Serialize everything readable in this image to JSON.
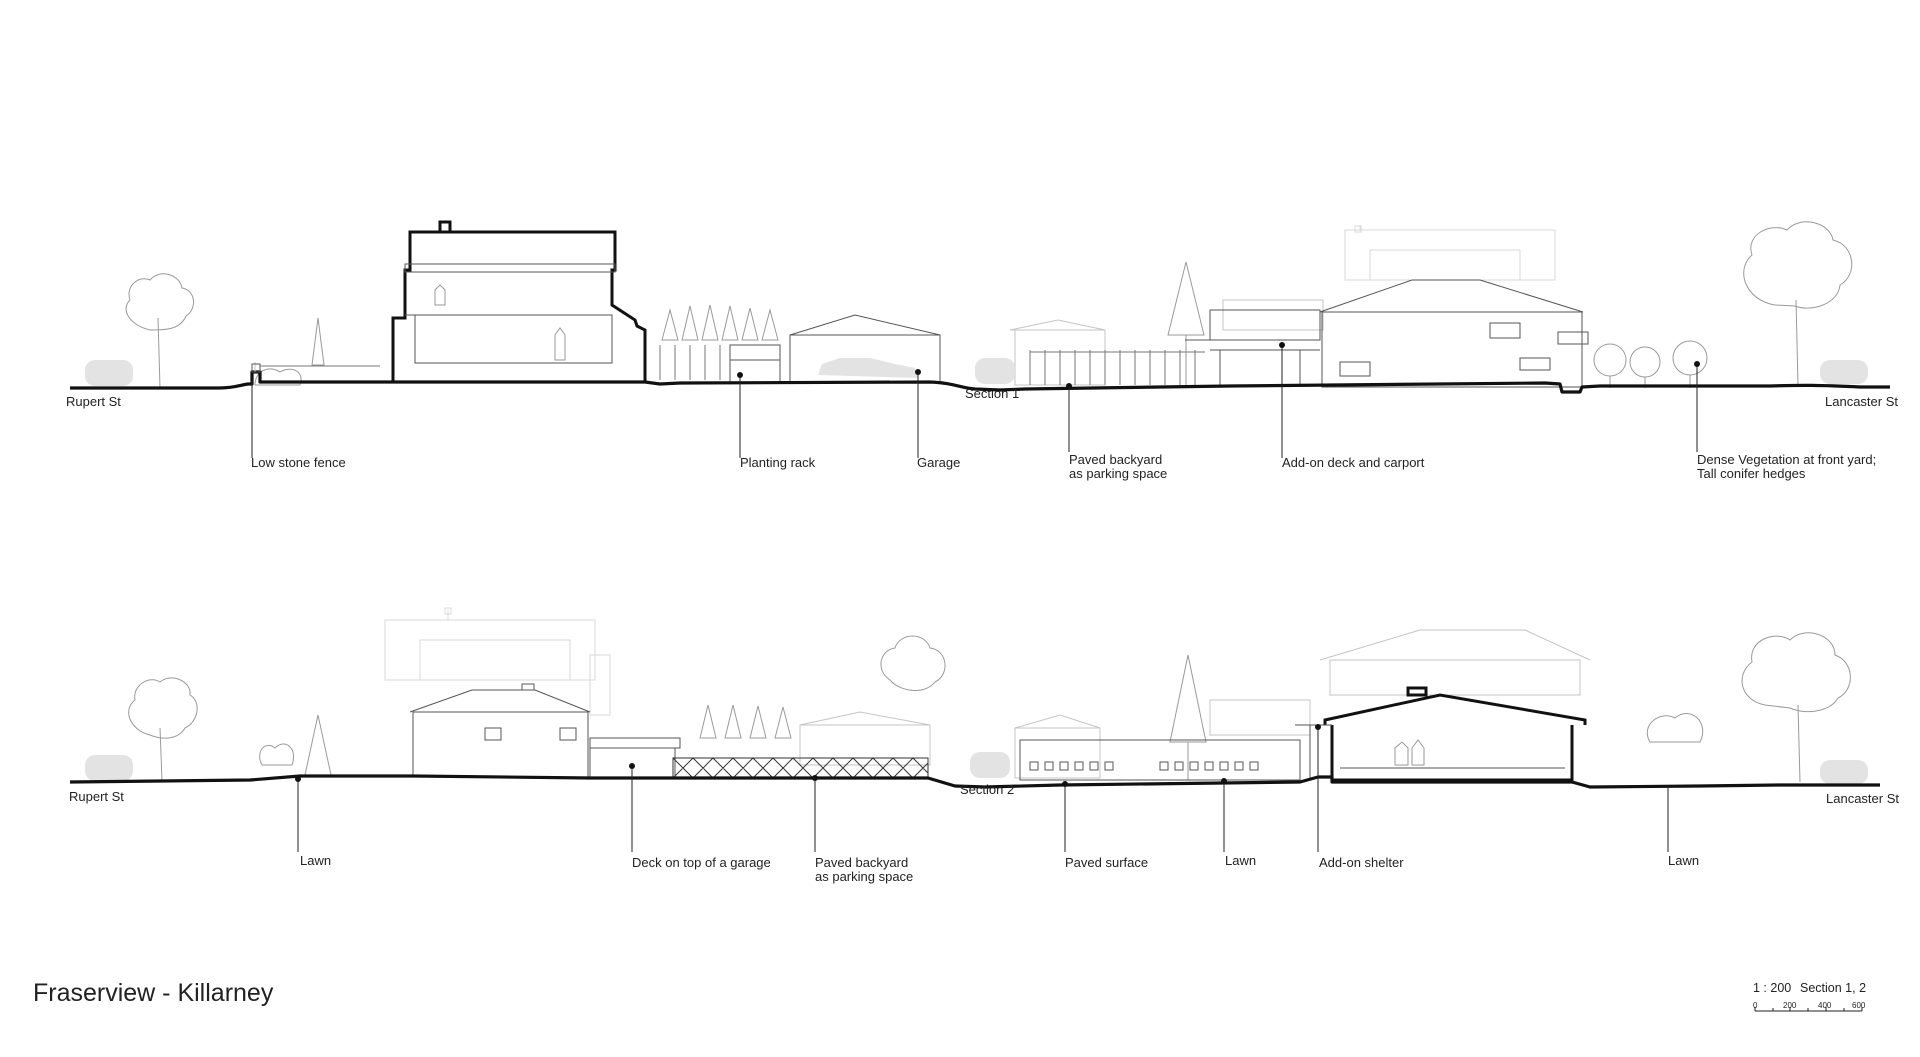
{
  "title": "Fraserview - Killarney",
  "scale": {
    "ratio": "1 : 200",
    "sheet": "Section 1, 2",
    "ticks": [
      "0",
      "200",
      "400",
      "600"
    ]
  },
  "section1": {
    "name": "Section 1",
    "street_left": "Rupert St",
    "street_right": "Lancaster St",
    "callouts": {
      "low_stone_fence": [
        "Low stone fence"
      ],
      "planting_rack": [
        "Planting rack"
      ],
      "garage": [
        "Garage"
      ],
      "paved_backyard": [
        "Paved backyard",
        "as parking space"
      ],
      "deck_carport": [
        "Add-on deck and carport"
      ],
      "dense_vegetation": [
        "Dense Vegetation at front yard;",
        "Tall conifer hedges"
      ]
    }
  },
  "section2": {
    "name": "Section 2",
    "street_left": "Rupert St",
    "street_right": "Lancaster St",
    "callouts": {
      "lawn_1": [
        "Lawn"
      ],
      "deck_garage": [
        "Deck on top of a garage"
      ],
      "paved_backyard": [
        "Paved backyard",
        "as parking space"
      ],
      "paved_surface": [
        "Paved surface"
      ],
      "lawn_2": [
        "Lawn"
      ],
      "shelter": [
        "Add-on shelter"
      ],
      "lawn_3": [
        "Lawn"
      ]
    }
  }
}
